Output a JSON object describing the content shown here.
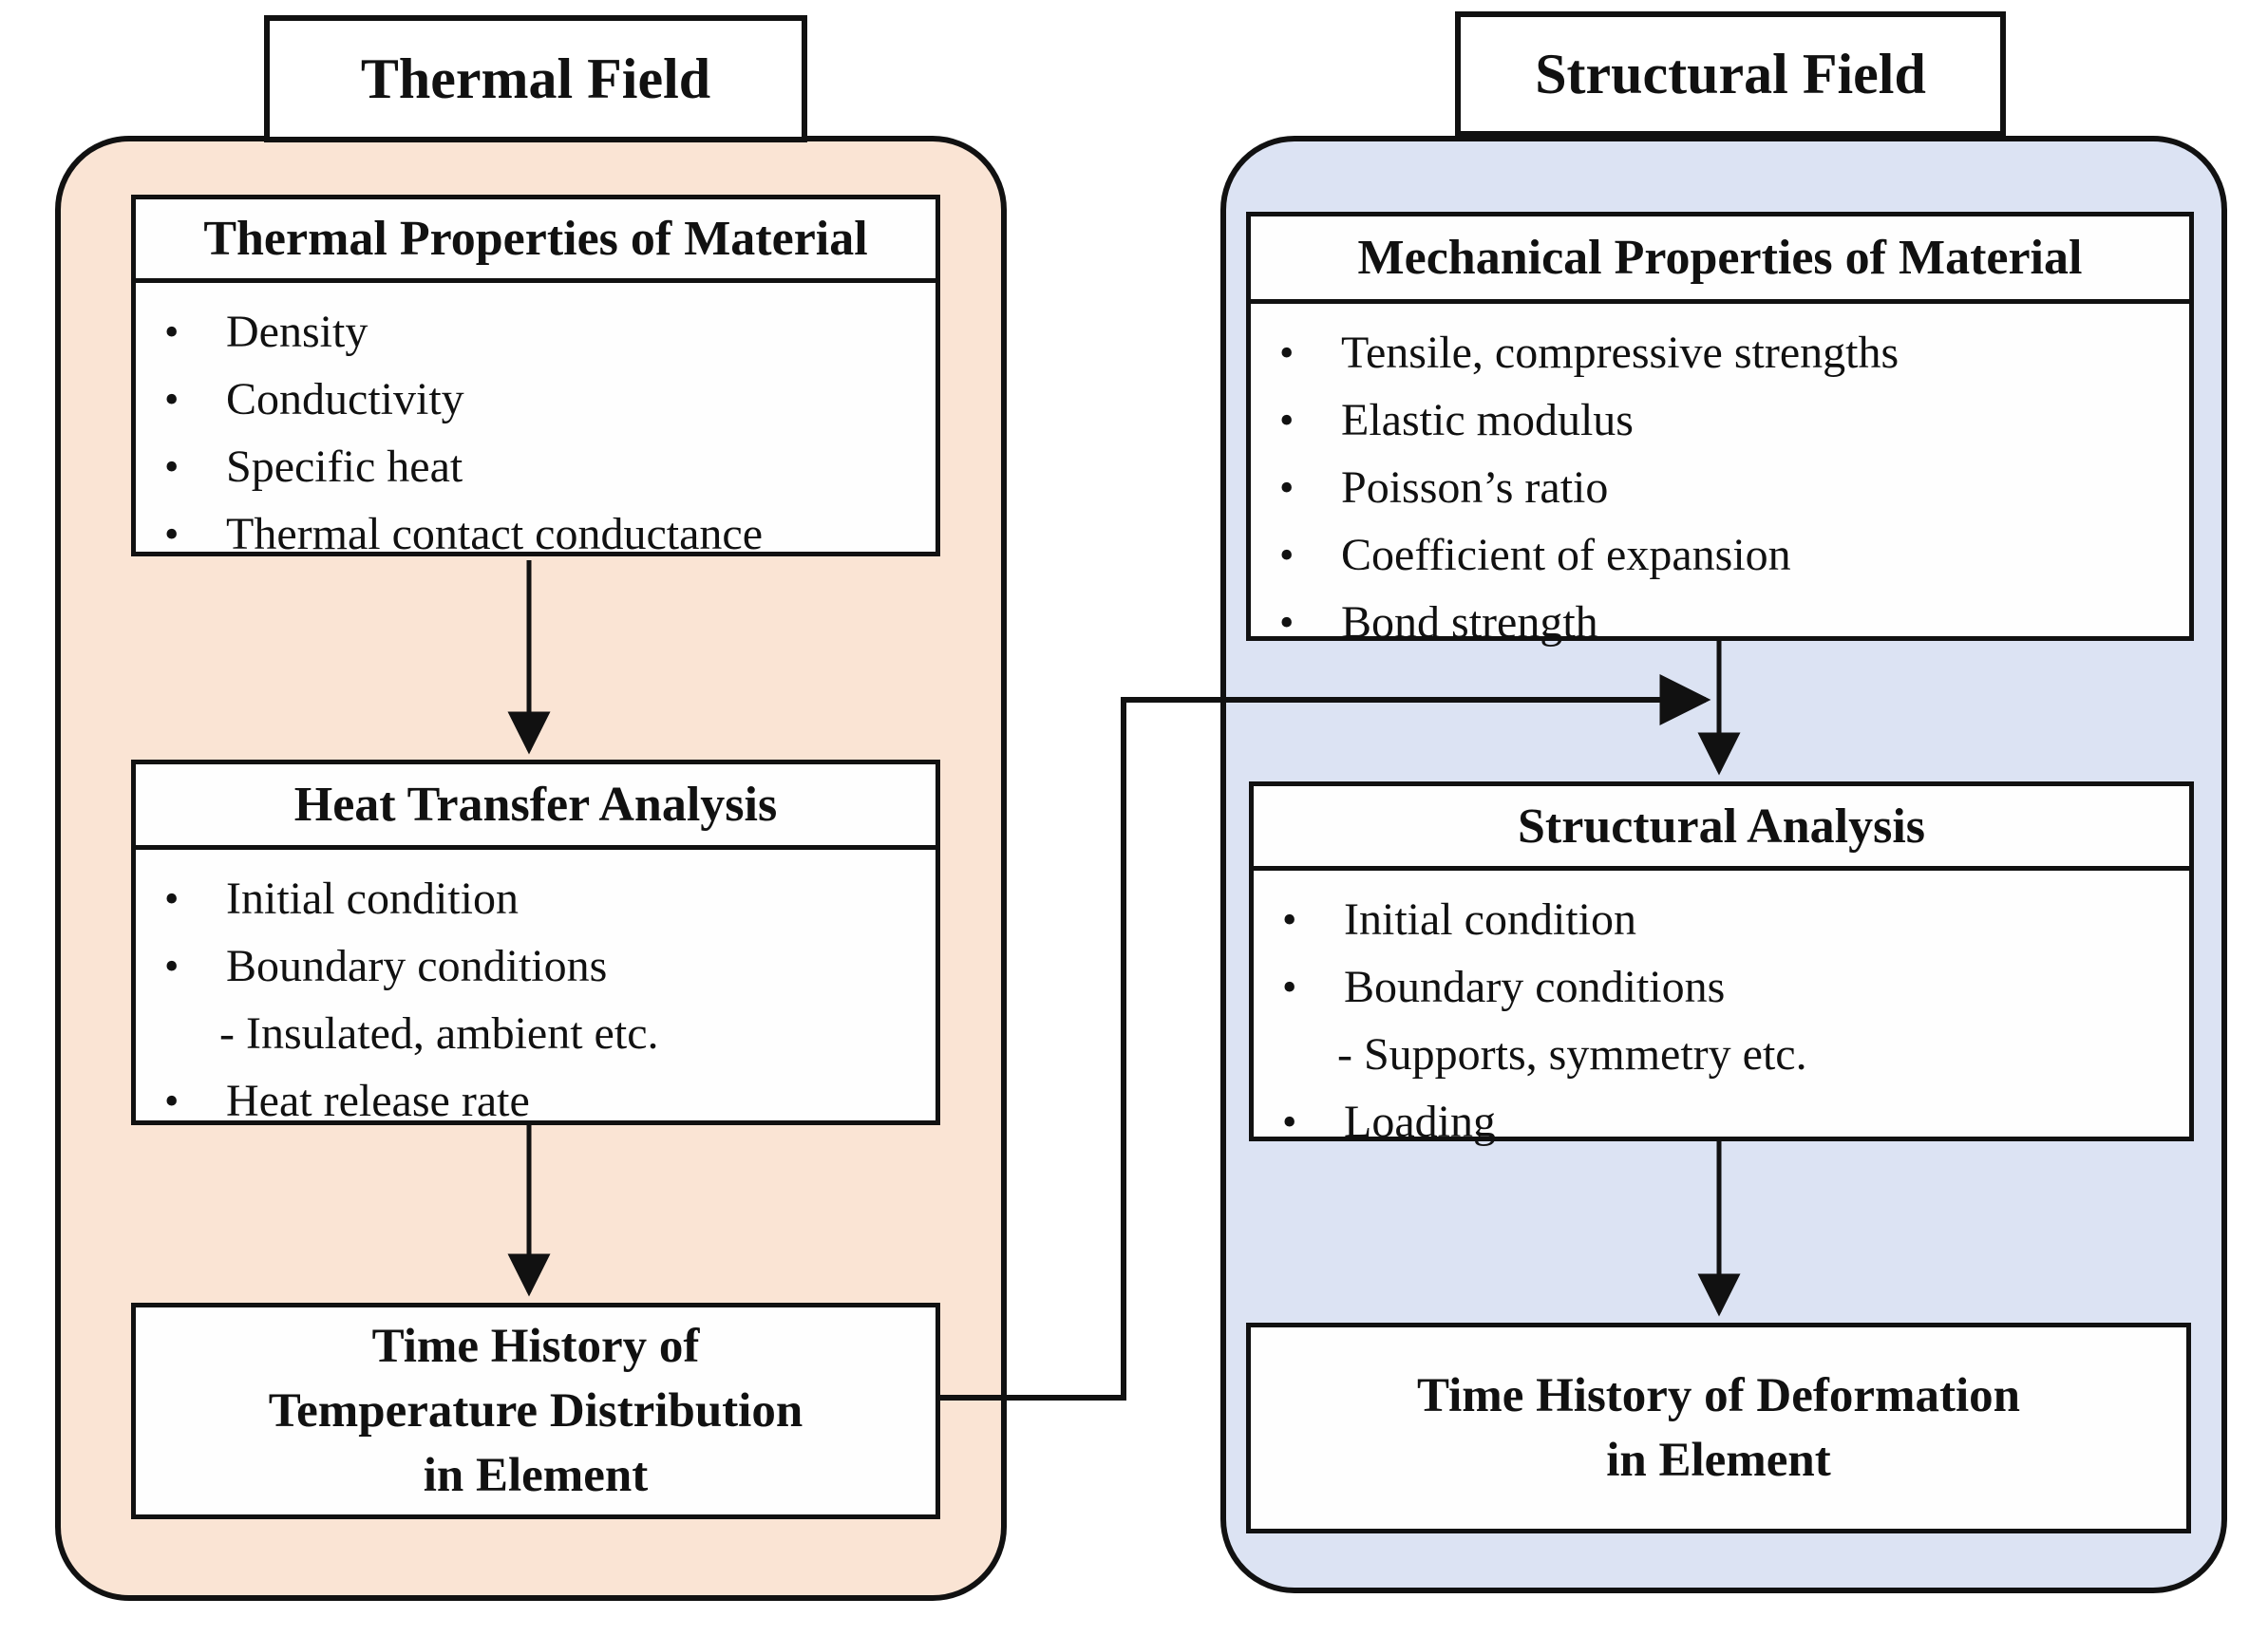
{
  "glyphs": {
    "bullet": "•"
  },
  "colors": {
    "thermal_fill": "#fae4d4",
    "structural_fill": "#dce3f3",
    "line": "#111111",
    "box_fill": "#fefefe"
  },
  "thermal": {
    "field_title": "Thermal Field",
    "properties_box": {
      "header": "Thermal Properties of Material",
      "items": [
        "Density",
        "Conductivity",
        "Specific heat",
        "Thermal contact conductance"
      ]
    },
    "analysis_box": {
      "header": "Heat Transfer Analysis",
      "items": [
        {
          "type": "bullet",
          "text": "Initial condition"
        },
        {
          "type": "bullet",
          "text": "Boundary conditions"
        },
        {
          "type": "sub",
          "text": "- Insulated, ambient etc."
        },
        {
          "type": "bullet",
          "text": "Heat release rate"
        }
      ]
    },
    "result_box": {
      "lines": [
        "Time History of",
        "Temperature Distribution",
        "in Element"
      ]
    }
  },
  "structural": {
    "field_title": "Structural Field",
    "properties_box": {
      "header": "Mechanical Properties of Material",
      "items": [
        "Tensile, compressive strengths",
        "Elastic modulus",
        "Poisson’s ratio",
        "Coefficient of expansion",
        "Bond strength"
      ]
    },
    "analysis_box": {
      "header": "Structural Analysis",
      "items": [
        {
          "type": "bullet",
          "text": "Initial condition"
        },
        {
          "type": "bullet",
          "text": "Boundary conditions"
        },
        {
          "type": "sub",
          "text": "- Supports, symmetry etc."
        },
        {
          "type": "bullet",
          "text": "Loading"
        }
      ]
    },
    "result_box": {
      "lines": [
        "Time History of Deformation",
        "in Element"
      ]
    }
  }
}
